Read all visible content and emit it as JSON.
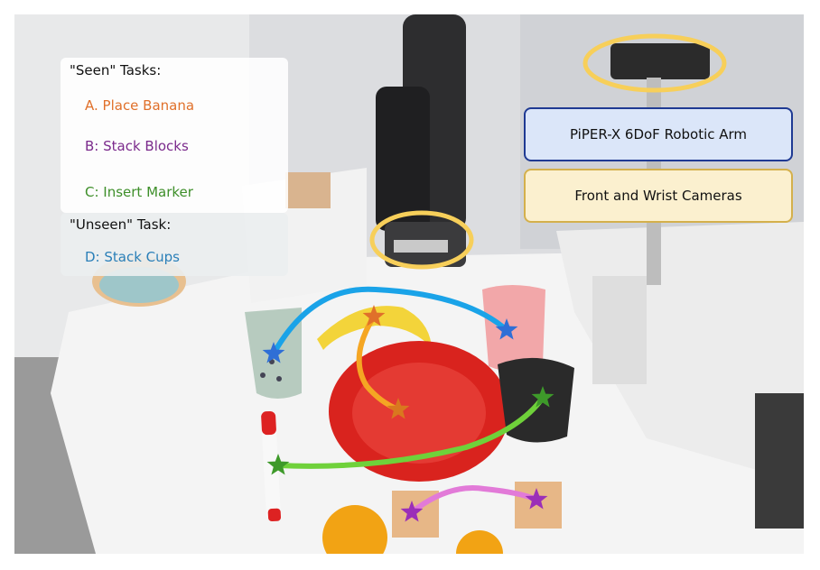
{
  "tasks_panel": {
    "seen_header": "\"Seen\" Tasks:",
    "seen_tasks": [
      {
        "label": "A. Place Banana",
        "color": "#e0702a"
      },
      {
        "label": "B: Stack Blocks",
        "color": "#7b2a8c"
      },
      {
        "label": "C: Insert Marker",
        "color": "#3e8f2a"
      }
    ],
    "unseen_header": "\"Unseen\" Task:",
    "unseen_tasks": [
      {
        "label": "D: Stack Cups",
        "color": "#2a7fb8"
      }
    ]
  },
  "callouts": {
    "arm_label": "PiPER-X 6DoF Robotic Arm",
    "camera_label": "Front and Wrist Cameras"
  },
  "colors": {
    "trajectory_stack_cups": "#1aa3e8",
    "trajectory_place_banana": "#f5a623",
    "trajectory_insert_marker": "#6fd13a",
    "trajectory_stack_blocks": "#e27ad8",
    "camera_highlight": "#f7cf5a"
  },
  "icons": [
    "star-marker-icon"
  ]
}
